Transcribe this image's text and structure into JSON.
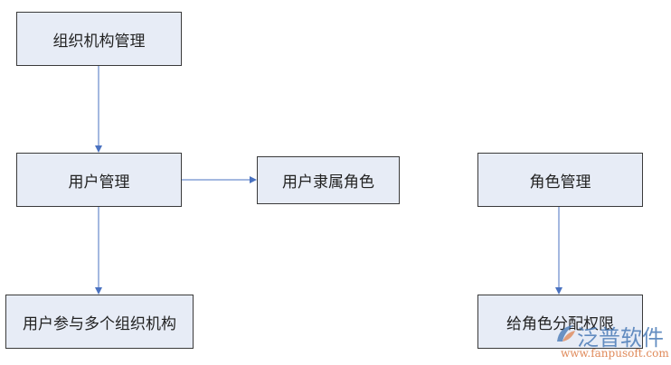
{
  "nodes": {
    "org_mgmt": "组织机构管理",
    "user_mgmt": "用户管理",
    "user_role": "用户隶属角色",
    "role_mgmt": "角色管理",
    "user_multi_org": "用户参与多个组织机构",
    "role_perm": "给角色分配权限"
  },
  "edges": [
    [
      "org_mgmt",
      "user_mgmt"
    ],
    [
      "user_mgmt",
      "user_role"
    ],
    [
      "user_mgmt",
      "user_multi_org"
    ],
    [
      "role_mgmt",
      "role_perm"
    ]
  ],
  "colors": {
    "box_fill": "#e7ecf6",
    "box_border": "#3a3a3a",
    "arrow": "#4a72c0"
  },
  "watermark": {
    "title": "泛普软件",
    "url": "www.fanpusoft.com"
  }
}
